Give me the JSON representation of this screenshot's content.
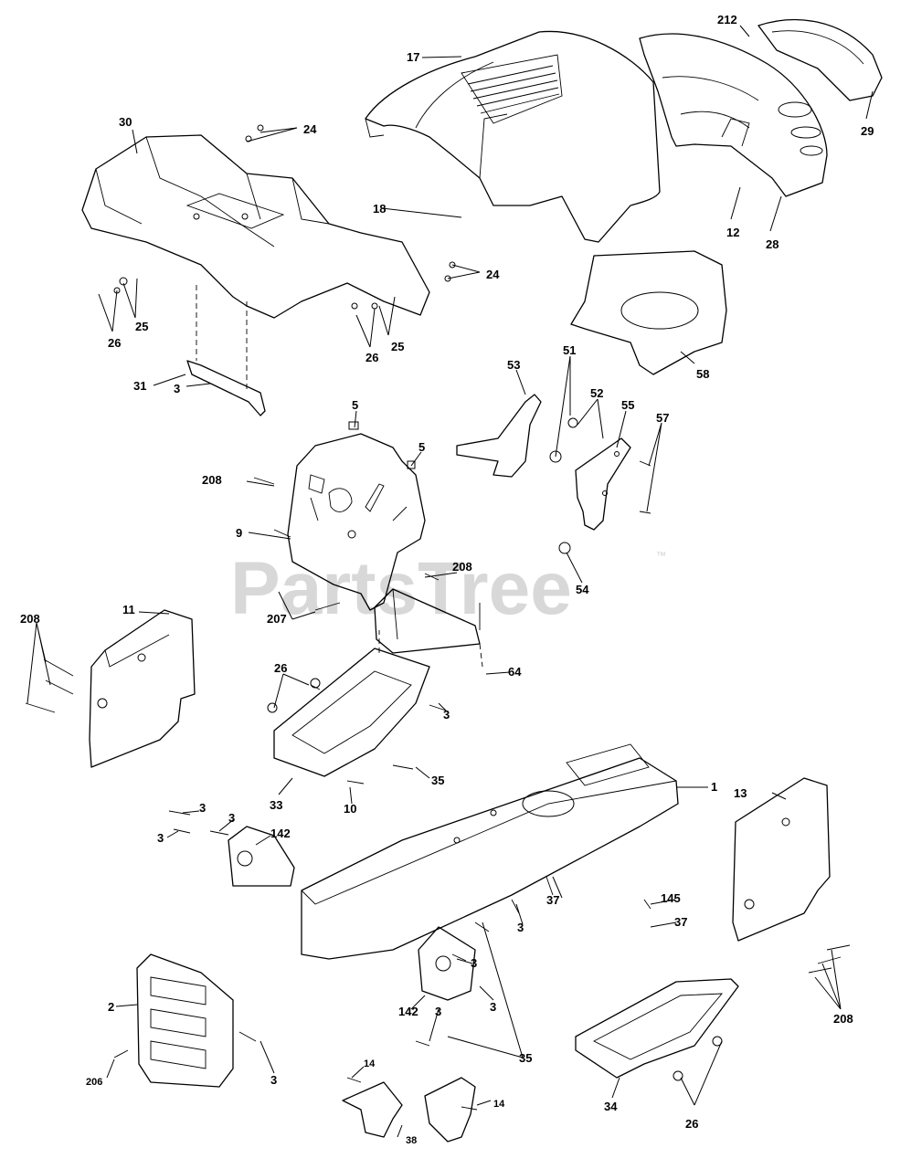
{
  "watermark": {
    "text": "PartsTree",
    "trademark": "™",
    "color": "#d2d2d2"
  },
  "callouts": [
    "17",
    "212",
    "29",
    "30",
    "24",
    "18",
    "12",
    "28",
    "24",
    "25",
    "26",
    "25",
    "26",
    "58",
    "31",
    "3",
    "53",
    "51",
    "52",
    "55",
    "57",
    "5",
    "5",
    "208",
    "9",
    "54",
    "208",
    "207",
    "11",
    "208",
    "64",
    "26",
    "3",
    "35",
    "33",
    "10",
    "1",
    "13",
    "3",
    "3",
    "3",
    "142",
    "145",
    "37",
    "37",
    "3",
    "3",
    "2",
    "3",
    "142",
    "3",
    "35",
    "3",
    "206",
    "14",
    "14",
    "38",
    "34",
    "26",
    "208"
  ]
}
